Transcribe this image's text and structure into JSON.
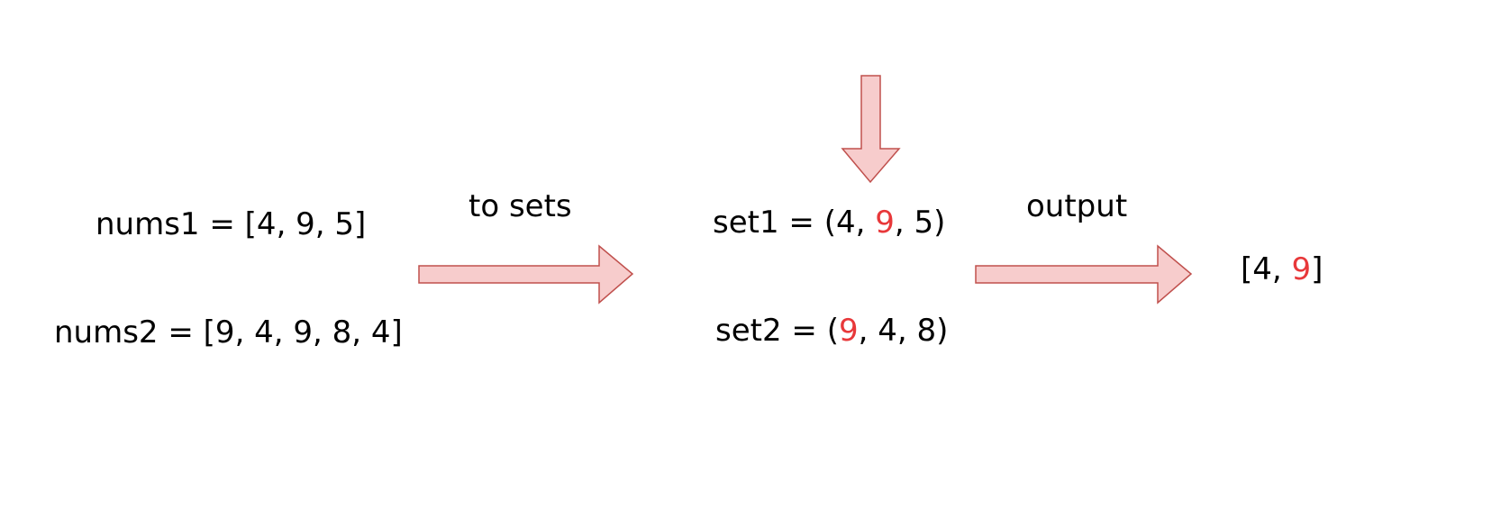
{
  "colors": {
    "arrow_fill": "#f7cccc",
    "arrow_stroke": "#c0504d",
    "highlight": "#e8383a",
    "text": "#000000"
  },
  "inputs": {
    "nums1": {
      "prefix": "nums1 = [4, 9, 5]"
    },
    "nums2": {
      "prefix": "nums2 = [9, 4, 9, 8, 4]"
    }
  },
  "step_labels": {
    "to_sets": "to sets",
    "output": "output"
  },
  "sets": {
    "set1": {
      "before": "set1 = (4, ",
      "highlight": "9",
      "after": ", 5)"
    },
    "set2": {
      "before": "set2 = (",
      "highlight": "9",
      "after": ", 4, 8)"
    }
  },
  "result": {
    "before": "[4, ",
    "highlight": "9",
    "after": "]"
  }
}
